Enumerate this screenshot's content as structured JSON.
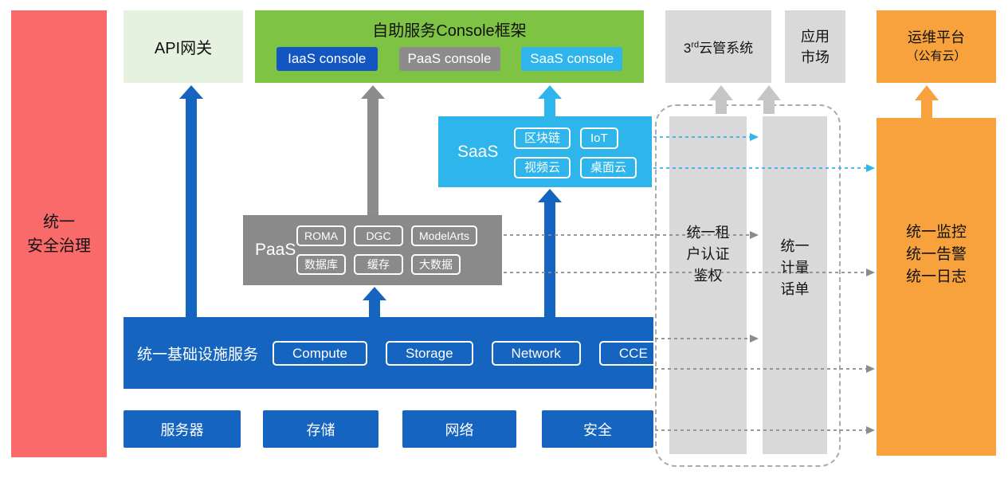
{
  "colors": {
    "security_red": "#F96B6B",
    "api_gateway_green": "#E5F2DF",
    "console_frame_green": "#7EC344",
    "primary_blue": "#1564C0",
    "saas_cyan": "#2EB6EC",
    "paas_gray": "#8C8C8C",
    "panel_gray": "#D9D9D9",
    "ops_orange": "#F7A23C"
  },
  "security_bar": {
    "lines": [
      "统一",
      "安全治理"
    ]
  },
  "api_gateway": {
    "label": "API网关"
  },
  "console_frame": {
    "title": "自助服务Console框架",
    "consoles": [
      {
        "label": "IaaS console"
      },
      {
        "label": "PaaS console"
      },
      {
        "label": "SaaS console"
      }
    ]
  },
  "third_party_cloud": {
    "prefix": "3",
    "sup": "rd",
    "suffix": "云管系统"
  },
  "app_market": {
    "lines": [
      "应用",
      "市场"
    ]
  },
  "ops_platform": {
    "lines": [
      "运维平台",
      "（公有云）"
    ]
  },
  "saas": {
    "label": "SaaS",
    "chips": [
      "区块链",
      "IoT",
      "视频云",
      "桌面云"
    ]
  },
  "paas": {
    "label": "PaaS",
    "chips": [
      "ROMA",
      "DGC",
      "ModelArts",
      "数据库",
      "缓存",
      "大数据"
    ]
  },
  "iaas": {
    "label": "统一基础设施服务",
    "chips": [
      "Compute",
      "Storage",
      "Network",
      "CCE"
    ]
  },
  "foundation": [
    "服务器",
    "存储",
    "网络",
    "安全"
  ],
  "right_bars": {
    "auth": {
      "lines": [
        "统一租",
        "户认证",
        "鉴权"
      ]
    },
    "metering": {
      "lines": [
        "统一",
        "计量",
        "话单"
      ]
    },
    "ops": {
      "lines": [
        "统一监控",
        "统一告警",
        "统一日志"
      ]
    }
  }
}
